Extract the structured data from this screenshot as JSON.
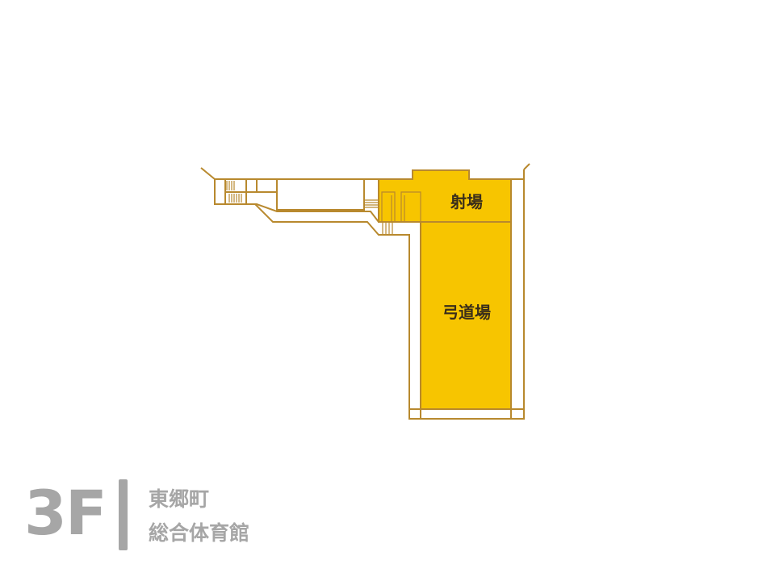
{
  "floor": {
    "number": "3F"
  },
  "building": {
    "line1": "東郷町",
    "line2": "総合体育館"
  },
  "rooms": {
    "shajo": "射場",
    "kyudojo": "弓道場"
  },
  "colors": {
    "wall": "#b8892e",
    "highlight": "#f7c500",
    "footer_text": "#a6a6a6",
    "label_text": "#3a2e1a",
    "background": "#ffffff"
  }
}
